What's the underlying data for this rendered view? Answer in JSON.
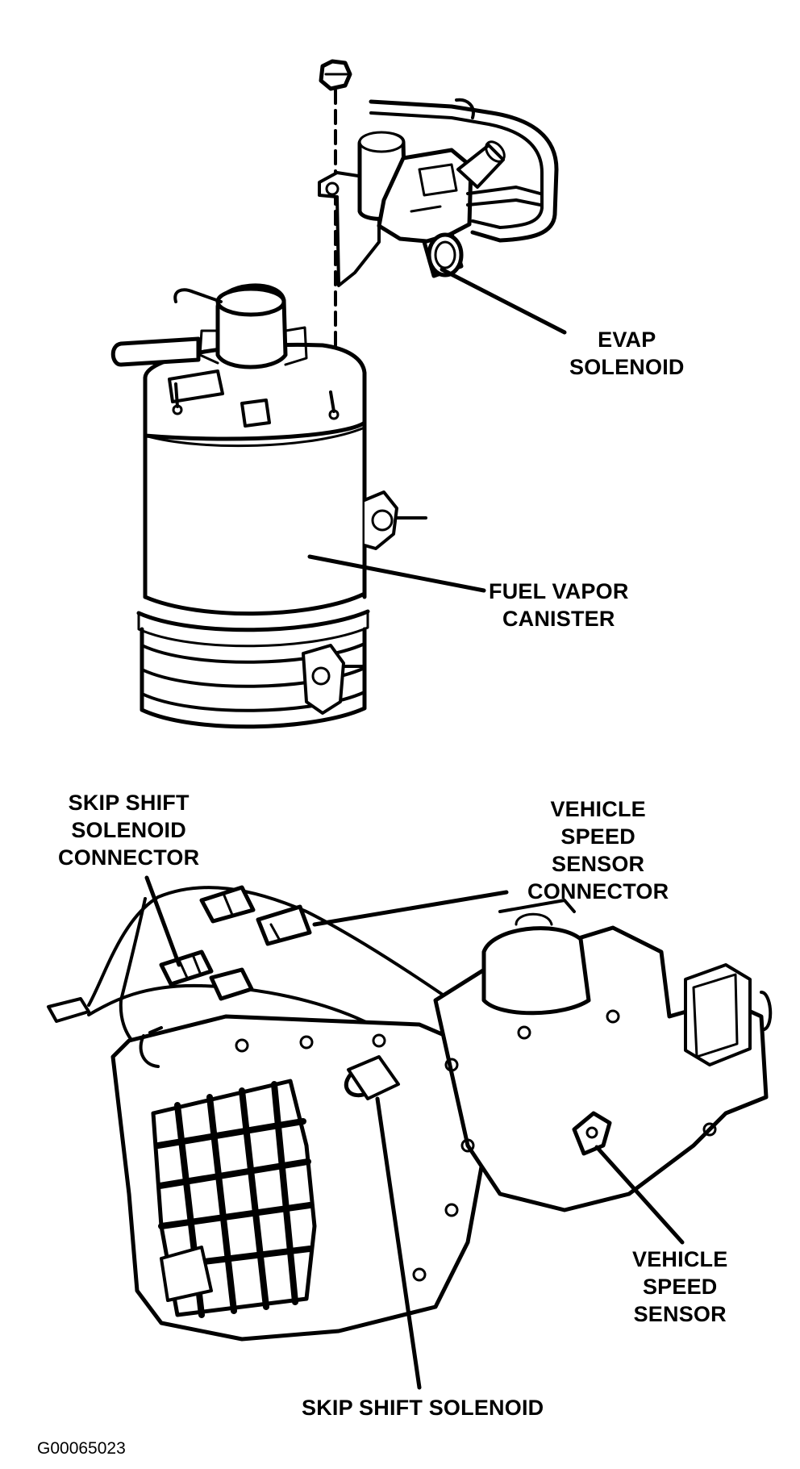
{
  "labels": {
    "evap_solenoid": [
      "EVAP",
      "SOLENOID"
    ],
    "fuel_vapor_canister": [
      "FUEL VAPOR",
      "CANISTER"
    ],
    "skip_shift_solenoid_connector": [
      "SKIP SHIFT",
      "SOLENOID",
      "CONNECTOR"
    ],
    "vehicle_speed_sensor_connector": [
      "VEHICLE",
      "SPEED",
      "SENSOR",
      "CONNECTOR"
    ],
    "vehicle_speed_sensor": [
      "VEHICLE",
      "SPEED",
      "SENSOR"
    ],
    "skip_shift_solenoid": "SKIP SHIFT SOLENOID"
  },
  "figure_id": "G00065023",
  "colors": {
    "ink": "#000000",
    "paper": "#ffffff"
  }
}
